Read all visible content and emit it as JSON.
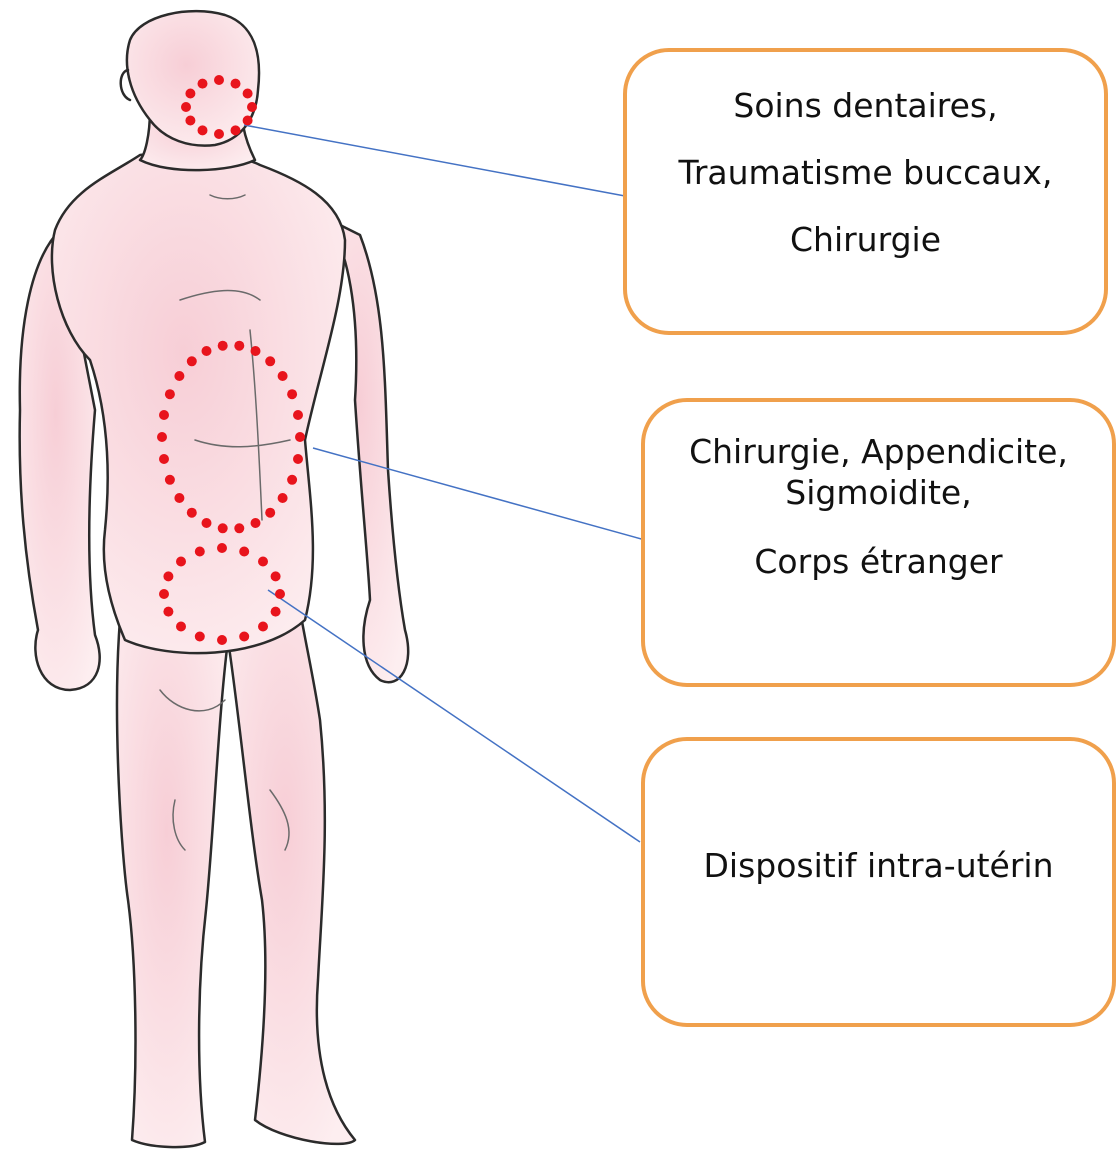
{
  "colors": {
    "callout_border": "#f0a04c",
    "connector_line": "#4472c4",
    "marker_dots": "#e8141c",
    "body_fill": "#f9dde2",
    "body_outline": "#2b2b2b"
  },
  "figure": {
    "icon": "human-body-front-icon"
  },
  "callouts": [
    {
      "id": "mouth",
      "lines": [
        "Soins dentaires,",
        "Traumatisme buccaux,",
        "Chirurgie"
      ]
    },
    {
      "id": "abdomen",
      "lines": [
        "Chirurgie, Appendicite,",
        "Sigmoidite,",
        "Corps étranger"
      ]
    },
    {
      "id": "pelvis",
      "lines": [
        "Dispositif intra-utérin"
      ]
    }
  ]
}
